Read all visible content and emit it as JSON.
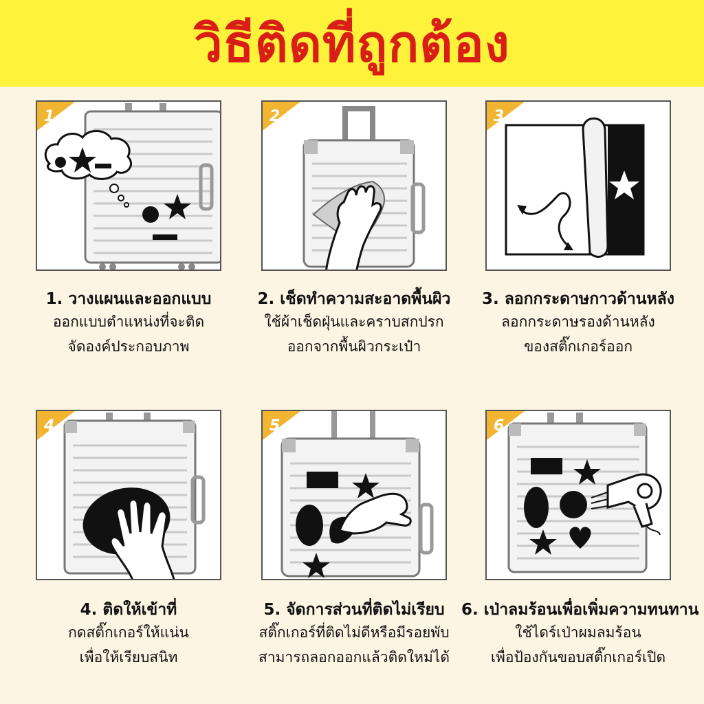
{
  "header": {
    "title": "วิธีติดที่ถูกต้อง"
  },
  "steps": [
    {
      "number": "1",
      "title": "1. วางแผนและออกแบบ",
      "line1": "ออกแบบตำแหน่งที่จะติด",
      "line2": "จัดองค์ประกอบภาพ"
    },
    {
      "number": "2",
      "title": "2. เช็ดทำความสะอาดพื้นผิว",
      "line1": "ใช้ผ้าเช็ดฝุ่นและคราบสกปรก",
      "line2": "ออกจากพื้นผิวกระเป๋า"
    },
    {
      "number": "3",
      "title": "3. ลอกกระดาษกาวด้านหลัง",
      "line1": "ลอกกระดาษรองด้านหลัง",
      "line2": "ของสติ๊กเกอร์ออก"
    },
    {
      "number": "4",
      "title": "4. ติดให้เข้าที่",
      "line1": "กดสติ๊กเกอร์ให้แน่น",
      "line2": "เพื่อให้เรียบสนิท"
    },
    {
      "number": "5",
      "title": "5. จัดการส่วนที่ติดไม่เรียบ",
      "line1": "สติ๊กเกอร์ที่ติดไม่ดีหรือมีรอยพับ",
      "line2": "สามารถลอกออกแล้วติดใหม่ได้"
    },
    {
      "number": "6",
      "title": "6. เป่าลมร้อนเพื่อเพิ่มความทนทาน",
      "line1": "ใช้ไดร์เป่าผมลมร้อน",
      "line2": "เพื่อป้องกันขอบสติ๊กเกอร์เปิด"
    }
  ],
  "colors": {
    "header_bg": "#fff23a",
    "title": "#d81e16",
    "badge": "#f2b531",
    "background": "#fdf5e3"
  }
}
